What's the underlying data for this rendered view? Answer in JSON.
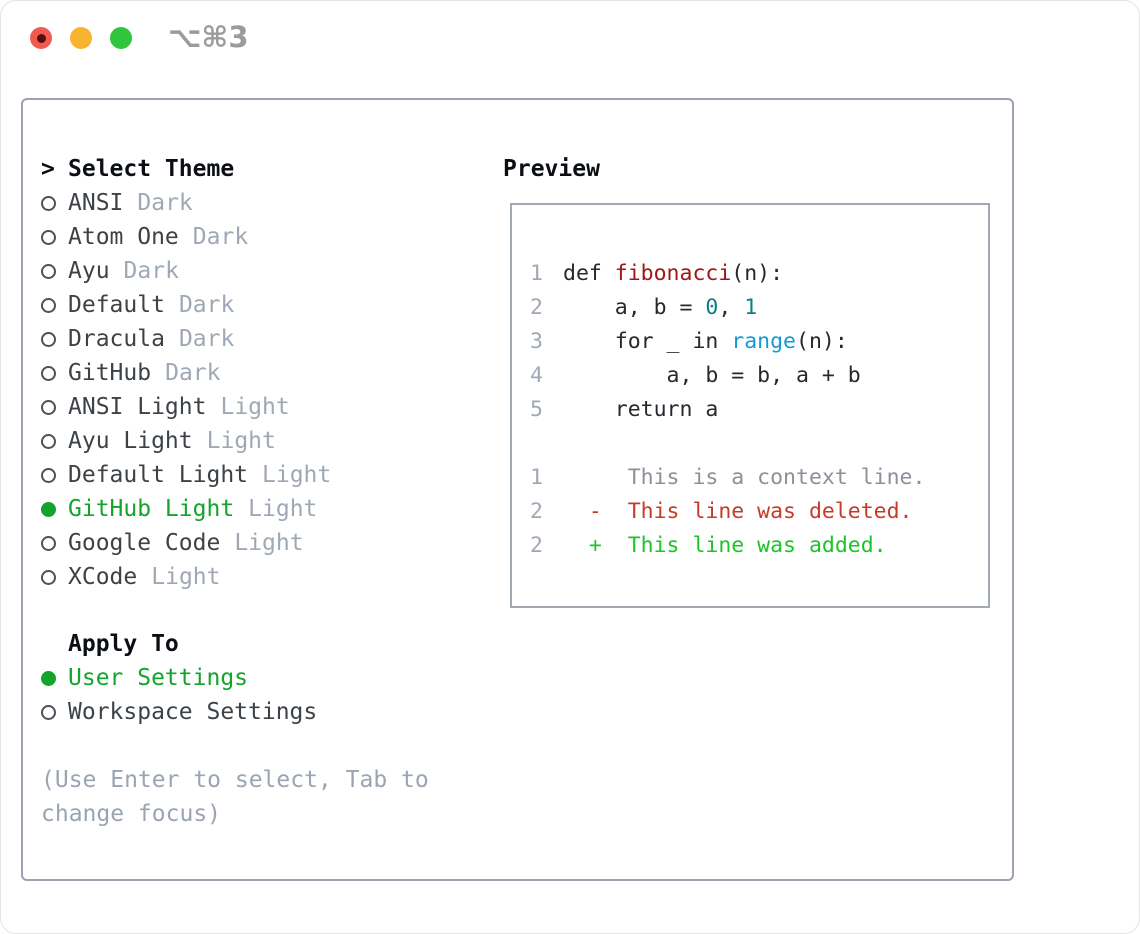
{
  "window": {
    "title": "⌥⌘3",
    "traffic_lights": [
      {
        "name": "close",
        "color": "#f15a51",
        "dot": "#55100b"
      },
      {
        "name": "minimize",
        "color": "#f8b42e",
        "dot": null
      },
      {
        "name": "zoom",
        "color": "#30c53a",
        "dot": null
      }
    ]
  },
  "theme_picker": {
    "header_prefix": ">",
    "header": "Select Theme",
    "items": [
      {
        "name": "ANSI",
        "tag": "Dark",
        "selected": false
      },
      {
        "name": "Atom One",
        "tag": "Dark",
        "selected": false
      },
      {
        "name": "Ayu",
        "tag": "Dark",
        "selected": false
      },
      {
        "name": "Default",
        "tag": "Dark",
        "selected": false
      },
      {
        "name": "Dracula",
        "tag": "Dark",
        "selected": false
      },
      {
        "name": "GitHub",
        "tag": "Dark",
        "selected": false
      },
      {
        "name": "ANSI Light",
        "tag": "Light",
        "selected": false
      },
      {
        "name": "Ayu Light",
        "tag": "Light",
        "selected": false
      },
      {
        "name": "Default Light",
        "tag": "Light",
        "selected": false
      },
      {
        "name": "GitHub Light",
        "tag": "Light",
        "selected": true
      },
      {
        "name": "Google Code",
        "tag": "Light",
        "selected": false
      },
      {
        "name": "XCode",
        "tag": "Light",
        "selected": false
      }
    ],
    "apply_to": {
      "header": "Apply To",
      "options": [
        {
          "name": "User Settings",
          "selected": true
        },
        {
          "name": "Workspace Settings",
          "selected": false
        }
      ]
    },
    "hint_line1": "(Use Enter to select, Tab to",
    "hint_line2": "change focus)"
  },
  "preview": {
    "header": "Preview",
    "code_lines": [
      {
        "num": "1",
        "segments": [
          {
            "text": "def ",
            "color": "code"
          },
          {
            "text": "fibonacci",
            "color": "function"
          },
          {
            "text": "(n):",
            "color": "code"
          }
        ]
      },
      {
        "num": "2",
        "segments": [
          {
            "text": "    a, b = ",
            "color": "code"
          },
          {
            "text": "0",
            "color": "number"
          },
          {
            "text": ", ",
            "color": "code"
          },
          {
            "text": "1",
            "color": "number"
          }
        ]
      },
      {
        "num": "3",
        "segments": [
          {
            "text": "    for _ in ",
            "color": "code"
          },
          {
            "text": "range",
            "color": "builtin"
          },
          {
            "text": "(n):",
            "color": "code"
          }
        ]
      },
      {
        "num": "4",
        "segments": [
          {
            "text": "        a, b = b, a + b",
            "color": "code"
          }
        ]
      },
      {
        "num": "5",
        "segments": [
          {
            "text": "    return a",
            "color": "code"
          }
        ]
      },
      {
        "num": "",
        "segments": []
      },
      {
        "num": "1",
        "segments": [
          {
            "text": "     This is a context line.",
            "color": "context"
          }
        ]
      },
      {
        "num": "2",
        "segments": [
          {
            "text": "  -  This line was deleted.",
            "color": "deleted"
          }
        ]
      },
      {
        "num": "2",
        "segments": [
          {
            "text": "  +  This line was added.",
            "color": "added"
          }
        ]
      }
    ]
  },
  "colors": {
    "title_text": "#9b9b9b",
    "panel_border": "#9ba3ae",
    "preview_border": "#a1a9b3",
    "header_text": "#0b0f14",
    "item_text": "#3d4247",
    "variant_tag": "#9fa8b5",
    "selected_green": "#14a32b",
    "radio_outline": "#4c5259",
    "hint_text": "#9aa4b2",
    "line_number": "#9fa8b5",
    "code": "#24292e",
    "function": "#a21515",
    "number": "#0d7e84",
    "builtin": "#149bd7",
    "context": "#8a9199",
    "deleted": "#c53b2a",
    "added": "#1cc42a"
  }
}
